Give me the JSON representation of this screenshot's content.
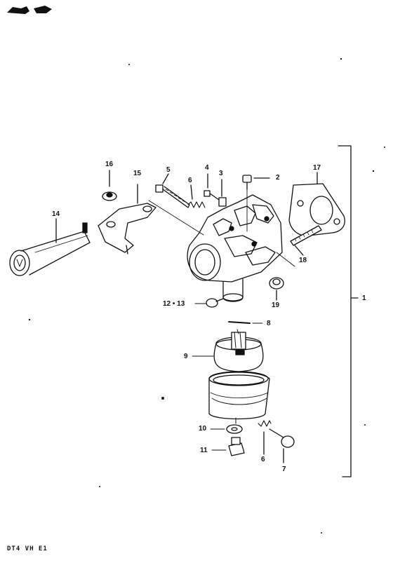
{
  "logo": {
    "text": "SUZUKI"
  },
  "footer": {
    "code": "DT4 VH E1"
  },
  "callouts": {
    "c1": "1",
    "c2": "2",
    "c3": "3",
    "c4": "4",
    "c5": "5",
    "c6a": "6",
    "c6b": "6",
    "c7": "7",
    "c8": "8",
    "c9": "9",
    "c10": "10",
    "c11": "11",
    "c12_13": "12 • 13",
    "c14": "14",
    "c15": "15",
    "c16": "16",
    "c17": "17",
    "c18": "18",
    "c19": "19"
  }
}
